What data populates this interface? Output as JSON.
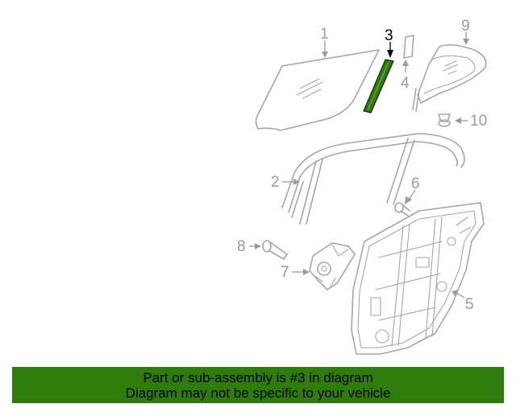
{
  "diagram": {
    "highlighted_part": "3",
    "callouts": [
      {
        "id": "1",
        "label": "1",
        "highlighted": false
      },
      {
        "id": "2",
        "label": "2",
        "highlighted": false
      },
      {
        "id": "3",
        "label": "3",
        "highlighted": true
      },
      {
        "id": "4",
        "label": "4",
        "highlighted": false
      },
      {
        "id": "5",
        "label": "5",
        "highlighted": false
      },
      {
        "id": "6",
        "label": "6",
        "highlighted": false
      },
      {
        "id": "7",
        "label": "7",
        "highlighted": false
      },
      {
        "id": "8",
        "label": "8",
        "highlighted": false
      },
      {
        "id": "9",
        "label": "9",
        "highlighted": false
      },
      {
        "id": "10",
        "label": "10",
        "highlighted": false
      }
    ],
    "colors": {
      "line_art": "#a6a6a6",
      "highlight_part": "#2e7d0c",
      "banner_bg": "#2e7d0c"
    }
  },
  "banner": {
    "line1": "Part or sub-assembly is #3 in diagram",
    "line2": "Diagram may not be specific to your vehicle"
  }
}
